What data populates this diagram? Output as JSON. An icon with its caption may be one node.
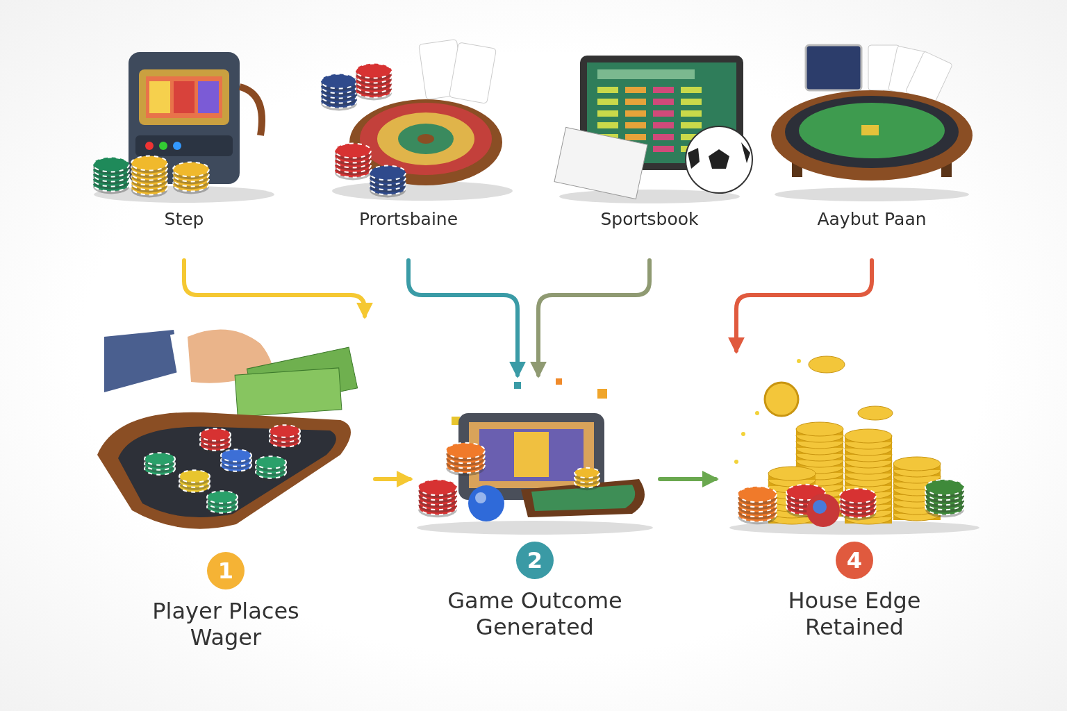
{
  "diagram": {
    "nodes": [
      {
        "text": [
          "Step"
        ]
      },
      {
        "text": [
          "Prortsbaine"
        ]
      },
      {
        "text": [
          "Sportsbook"
        ]
      },
      {
        "text": [
          "Aaybut Paan"
        ]
      },
      {
        "text": [
          "1",
          "Player Places Wager"
        ]
      },
      {
        "text": [
          "2",
          "Game Outcome Generated"
        ]
      },
      {
        "text": [
          "4",
          "House Edge Retained"
        ]
      }
    ],
    "edges": [
      {
        "from": 0,
        "to": 4,
        "arrow": "to",
        "color": "#f5c832"
      },
      {
        "from": 1,
        "to": 5,
        "arrow": "to",
        "color": "#3a9ba6"
      },
      {
        "from": 2,
        "to": 5,
        "arrow": "to",
        "color": "#8f9a72"
      },
      {
        "from": 3,
        "to": 6,
        "arrow": "to",
        "color": "#e05a3e"
      },
      {
        "from": 4,
        "to": 5,
        "arrow": "to",
        "color": "#f5c832"
      },
      {
        "from": 5,
        "to": 6,
        "arrow": "to",
        "color": "#6aa84f"
      }
    ]
  }
}
